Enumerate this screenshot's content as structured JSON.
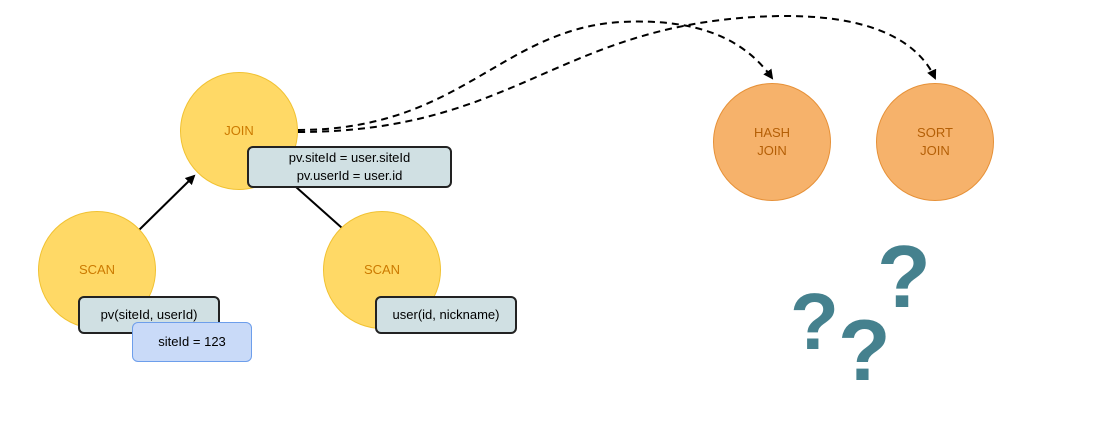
{
  "nodes": {
    "join": "JOIN",
    "scan_left": "SCAN",
    "scan_right": "SCAN",
    "hash_join": "HASH\nJOIN",
    "sort_join": "SORT\nJOIN"
  },
  "boxes": {
    "join_condition_1": "pv.siteId = user.siteId",
    "join_condition_2": "pv.userId = user.id",
    "pv_table": "pv(siteId,  userId)",
    "site_filter": "siteId = 123",
    "user_table": "user(id, nickname)"
  },
  "question_marks": [
    "?",
    "?",
    "?"
  ],
  "colors": {
    "scan_join_fill": "#ffd966",
    "physical_join_fill": "#f6b26b",
    "annotation_fill": "#d0e0e3",
    "filter_fill": "#c9daf8",
    "question_mark": "#45818e"
  }
}
